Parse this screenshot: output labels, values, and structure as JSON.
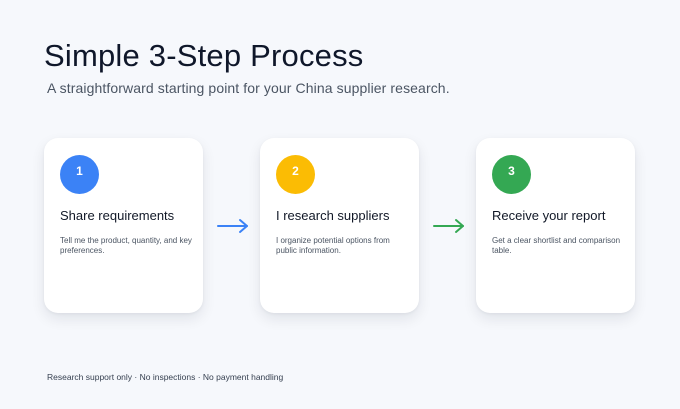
{
  "header": {
    "title": "Simple 3-Step Process",
    "subtitle": "A straightforward starting point for your China supplier research."
  },
  "steps": [
    {
      "number": "1",
      "title": "Share requirements",
      "description": "Tell me the product, quantity, and key preferences.",
      "color": "#3b82f6"
    },
    {
      "number": "2",
      "title": "I research suppliers",
      "description": "I organize potential options from public information.",
      "color": "#fbbc04"
    },
    {
      "number": "3",
      "title": "Receive your report",
      "description": "Get a clear shortlist and comparison table.",
      "color": "#34a853"
    }
  ],
  "arrows": [
    {
      "icon": "arrow-right-icon",
      "color": "#3b82f6"
    },
    {
      "icon": "arrow-right-icon",
      "color": "#34a853"
    }
  ],
  "footer": {
    "note": "Research support only · No inspections · No payment handling"
  }
}
